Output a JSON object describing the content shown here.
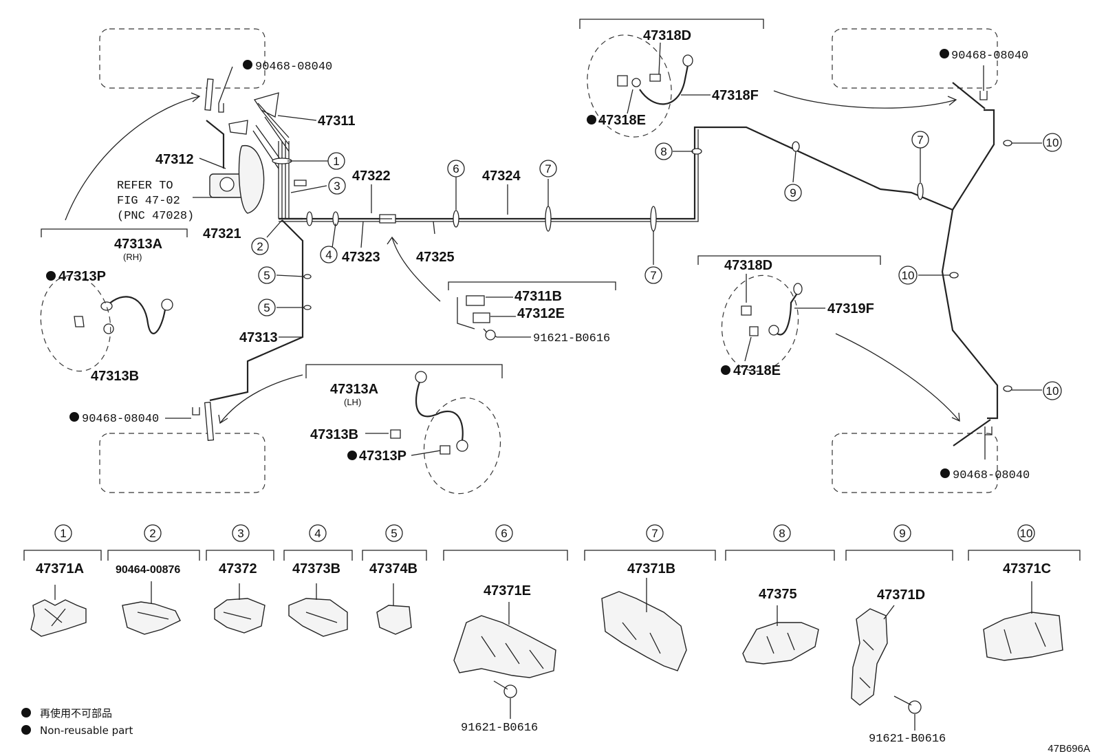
{
  "labels": {
    "p_90468_tl": "90468-08040",
    "p_47311": "47311",
    "p_47312": "47312",
    "refer1": "REFER TO",
    "refer2": "FIG 47-02",
    "refer3": "(PNC 47028)",
    "p_47321": "47321",
    "p_47322": "47322",
    "p_47323": "47323",
    "p_47324": "47324",
    "p_47325": "47325",
    "p_47313A_rh": "47313A",
    "rh": "(RH)",
    "p_47313P_rh": "47313P",
    "p_47313B_rh": "47313B",
    "p_47313": "47313",
    "p_90468_bl": "90468-08040",
    "p_47313A_lh": "47313A",
    "lh": "(LH)",
    "p_47313B_lh": "47313B",
    "p_47313P_lh": "47313P",
    "p_47311B": "47311B",
    "p_47312E": "47312E",
    "p_91621_mid": "91621-B0616",
    "p_47318D_top": "47318D",
    "p_47318F": "47318F",
    "p_47318E_top": "47318E",
    "p_90468_tr": "90468-08040",
    "p_47318D_mid": "47318D",
    "p_47319F": "47319F",
    "p_47318E_mid": "47318E",
    "p_90468_br": "90468-08040",
    "c1": "1",
    "c2": "2",
    "c3": "3",
    "c4": "4",
    "c5a": "5",
    "c5b": "5",
    "c6": "6",
    "c7a": "7",
    "c7b": "7",
    "c7c": "7",
    "c8": "8",
    "c9": "9",
    "c10a": "10",
    "c10b": "10",
    "c10c": "10"
  },
  "parts_row": [
    {
      "ref": "1",
      "part": "47371A"
    },
    {
      "ref": "2",
      "part": "90464-00876"
    },
    {
      "ref": "3",
      "part": "47372"
    },
    {
      "ref": "4",
      "part": "47373B"
    },
    {
      "ref": "5",
      "part": "47374B"
    },
    {
      "ref": "6",
      "part": "47371E",
      "bolt": "91621-B0616"
    },
    {
      "ref": "7",
      "part": "47371B"
    },
    {
      "ref": "8",
      "part": "47375"
    },
    {
      "ref": "9",
      "part": "47371D",
      "bolt": "91621-B0616"
    },
    {
      "ref": "10",
      "part": "47371C"
    }
  ],
  "legend": {
    "jp": "再使用不可部品",
    "en": "Non-reusable part"
  },
  "figure_id": "47B696A",
  "icons": {
    "non_reusable_marker": "filled-circle-icon",
    "callout": "numbered-circle-icon"
  }
}
